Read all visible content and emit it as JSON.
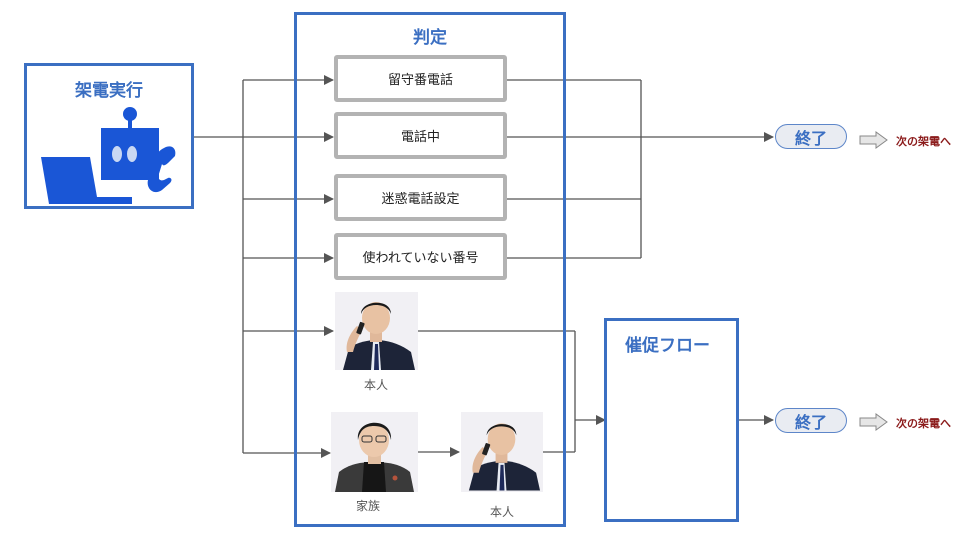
{
  "start": {
    "title": "架電実行",
    "icon": "robot-call-icon"
  },
  "judgement": {
    "title": "判定",
    "items": [
      {
        "label": "留守番電話"
      },
      {
        "label": "電話中"
      },
      {
        "label": "迷惑電話設定"
      },
      {
        "label": "使われていない番号"
      }
    ],
    "persons": [
      {
        "caption": "本人",
        "image": "businessman-on-phone-photo"
      },
      {
        "caption": "家族",
        "image": "family-member-photo"
      },
      {
        "caption": "本人",
        "image": "businessman-on-phone-photo"
      }
    ]
  },
  "dunning": {
    "title": "催促フロー"
  },
  "ends": [
    {
      "label": "終了",
      "next": "次の架電へ"
    },
    {
      "label": "終了",
      "next": "次の架電へ"
    }
  ],
  "colors": {
    "accent_blue": "#3b6fc2",
    "icon_blue": "#1a56d6",
    "connector": "#555555",
    "item_border": "#b3b3b3",
    "next_label": "#8b1a1a"
  }
}
